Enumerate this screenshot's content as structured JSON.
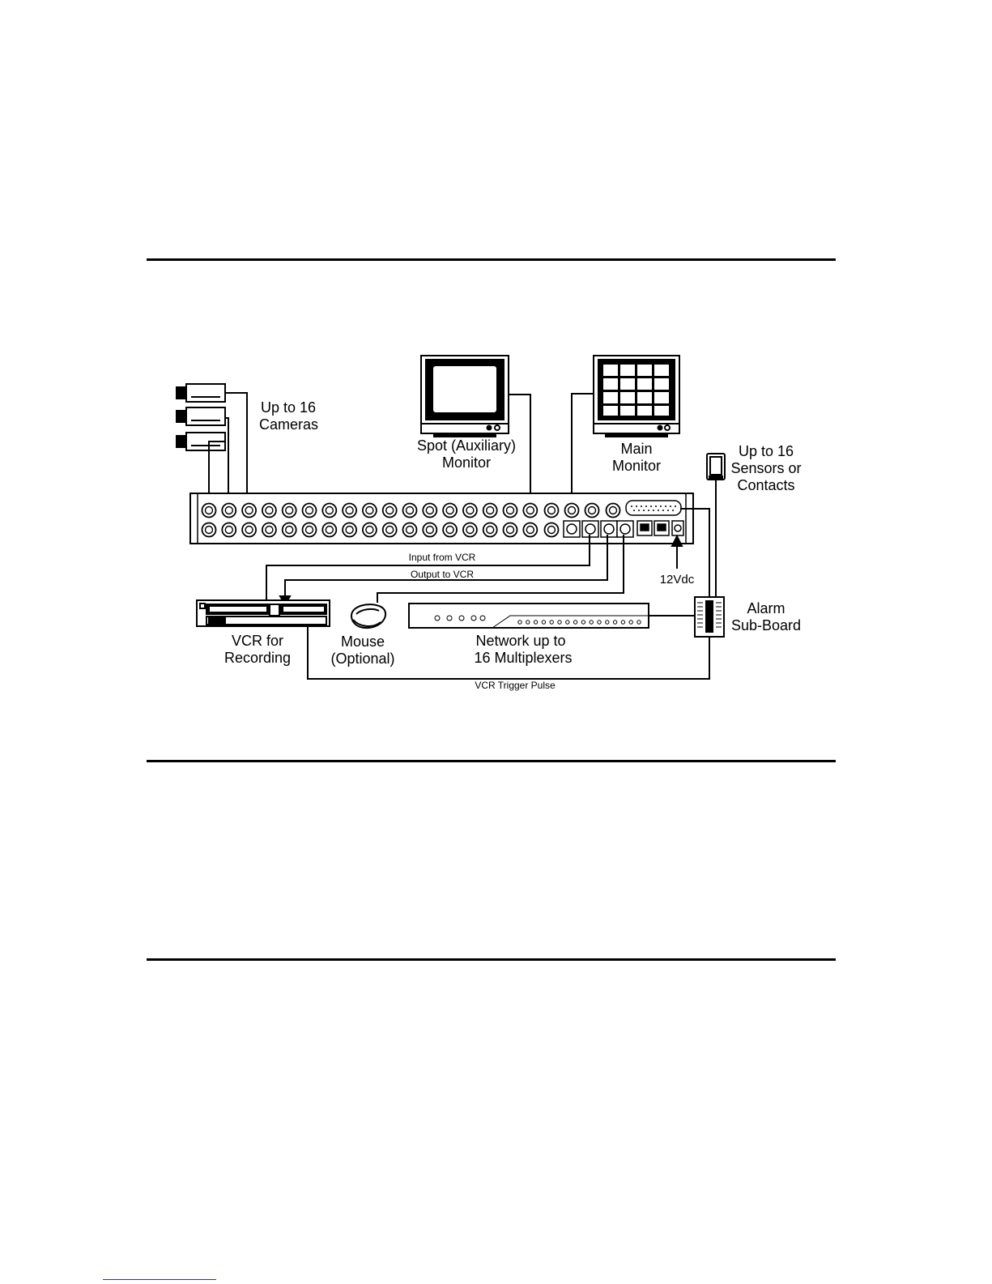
{
  "labels": {
    "cameras": [
      "Up to 16",
      "Cameras"
    ],
    "spot_monitor": [
      "Spot (Auxiliary)",
      "Monitor"
    ],
    "main_monitor": [
      "Main",
      "Monitor"
    ],
    "sensors": [
      "Up to 16",
      "Sensors or",
      "Contacts"
    ],
    "input_from_vcr": "Input from VCR",
    "output_to_vcr": "Output to VCR",
    "power": "12Vdc",
    "alarm_sub_board": [
      "Alarm",
      "Sub-Board"
    ],
    "vcr": [
      "VCR for",
      "Recording"
    ],
    "mouse": [
      "Mouse",
      "(Optional)"
    ],
    "network": [
      "Network up to",
      "16 Multiplexers"
    ],
    "vcr_trigger": "VCR Trigger Pulse"
  }
}
